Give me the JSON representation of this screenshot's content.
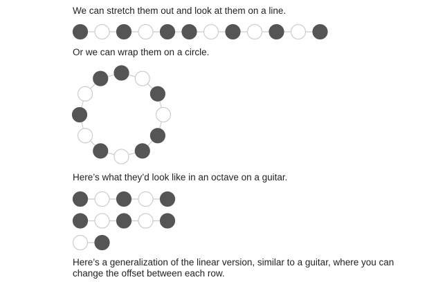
{
  "text": {
    "line_intro": "We can stretch them out and look at them on a line.",
    "circle_intro": "Or we can wrap them on a circle.",
    "guitar_intro": "Here’s what they’d look like in an octave on a guitar.",
    "general_intro": "Here’s a generalization of the linear version, similar to a guitar, where you can change the offset between each row."
  },
  "colors": {
    "filled": "#555555",
    "empty_fill": "#ffffff",
    "stroke": "#cccccc",
    "connector": "#cccccc"
  },
  "pattern": [
    1,
    0,
    1,
    0,
    1,
    1,
    0,
    1,
    0,
    1,
    0,
    1
  ],
  "guitar_rows": [
    [
      1,
      0,
      1,
      0,
      1
    ],
    [
      1,
      0,
      1,
      0,
      1
    ],
    [
      0,
      1
    ]
  ]
}
